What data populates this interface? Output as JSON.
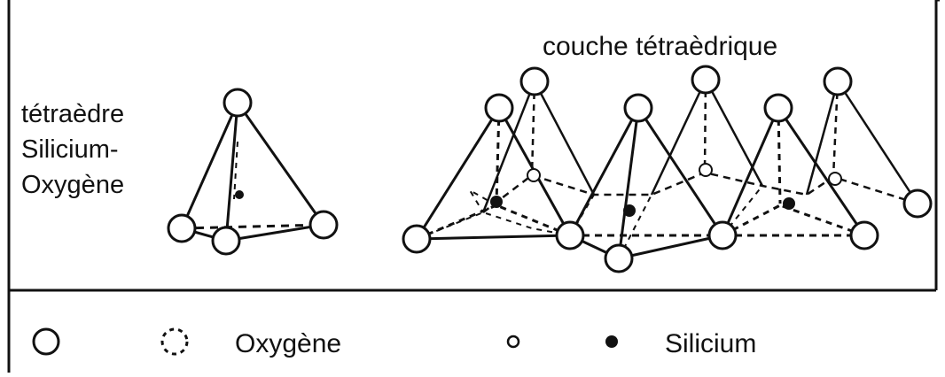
{
  "labels": {
    "tetrahedron_line1": "tétraèdre",
    "tetrahedron_line2": "Silicium-",
    "tetrahedron_line3": "Oxygène",
    "sheet_title": "couche tétraèdrique"
  },
  "legend": {
    "oxygen_label": "Oxygène",
    "silicon_label": "Silicium"
  },
  "colors": {
    "stroke": "#111111",
    "background": "#ffffff"
  }
}
